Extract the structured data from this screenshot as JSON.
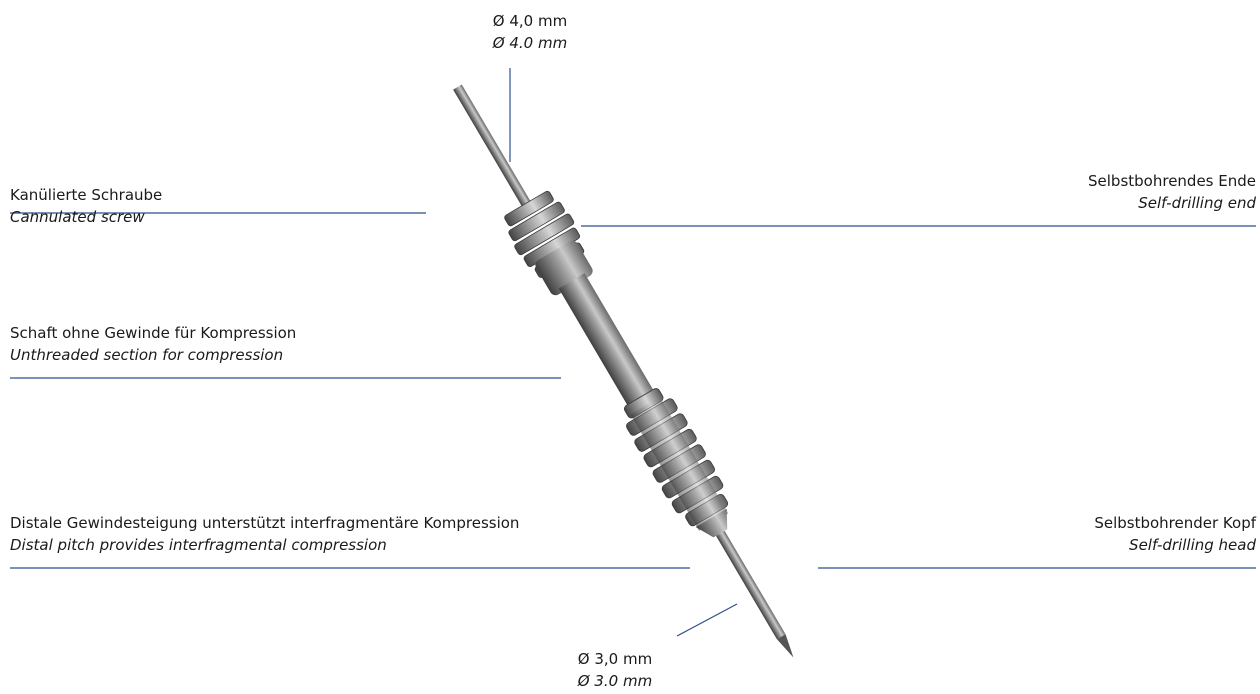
{
  "diagram": {
    "labels": {
      "top_diameter": {
        "de": "Ø 4,0 mm",
        "en": "Ø 4.0 mm"
      },
      "cannulated": {
        "de": "Kanülierte Schraube",
        "en": "Cannulated screw"
      },
      "self_drilling_end": {
        "de": "Selbstbohrendes Ende",
        "en": "Self-drilling end"
      },
      "unthreaded": {
        "de": "Schaft ohne Gewinde für Kompression",
        "en": "Unthreaded section for compression"
      },
      "distal_pitch": {
        "de": "Distale Gewindesteigung unterstützt interfragmentäre Kompression",
        "en": "Distal pitch provides interfragmental compression"
      },
      "self_drilling_head": {
        "de": "Selbstbohrender Kopf",
        "en": "Self-drilling head"
      },
      "bottom_diameter": {
        "de": "Ø 3,0 mm",
        "en": "Ø 3.0 mm"
      }
    },
    "colors": {
      "leader": "#2e4f8f",
      "metal": "#8a8a8a",
      "metal_dark": "#4a4a4a",
      "metal_light": "#d2d2d2"
    }
  }
}
